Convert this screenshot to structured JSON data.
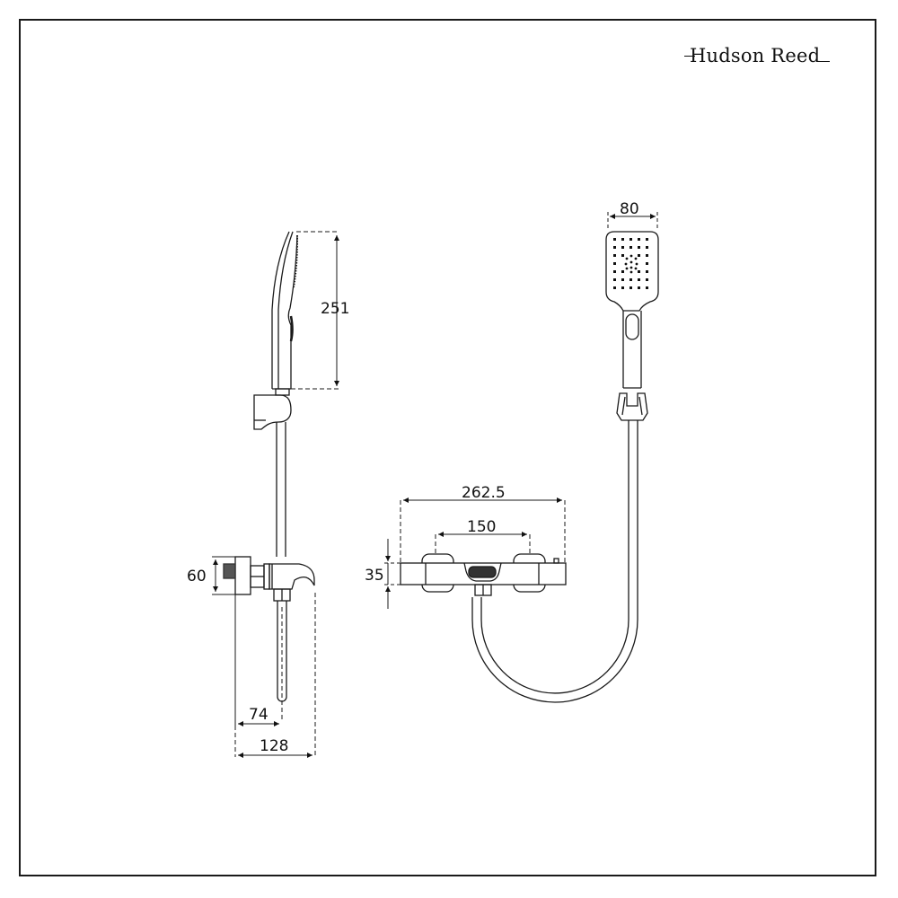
{
  "brand": {
    "name": "Hudson Reed"
  },
  "colors": {
    "line": "#1a1a1a",
    "background": "#ffffff",
    "dash": "#333333"
  },
  "side_view": {
    "title": "side-elevation",
    "dimensions": {
      "handset_length": "251",
      "outlet_height": "60",
      "wall_to_riser": "74",
      "total_projection": "128"
    }
  },
  "front_view": {
    "title": "front-elevation",
    "dimensions": {
      "handset_width": "80",
      "bar_width": "262.5",
      "centres": "150",
      "bar_height": "35"
    }
  }
}
